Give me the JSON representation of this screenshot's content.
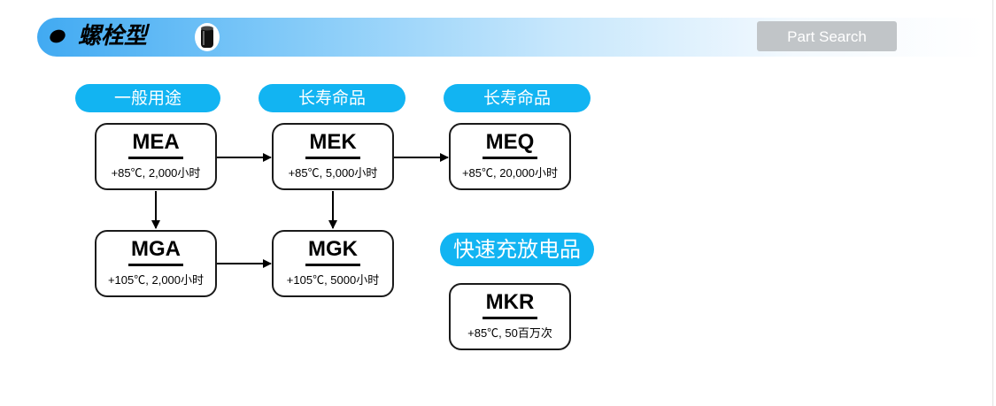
{
  "header": {
    "title": "螺栓型",
    "search_button": "Part Search"
  },
  "categories": [
    {
      "id": "general",
      "label": "一般用途"
    },
    {
      "id": "longlife1",
      "label": "长寿命品"
    },
    {
      "id": "longlife2",
      "label": "长寿命品"
    },
    {
      "id": "fastcharge",
      "label": "快速充放电品"
    }
  ],
  "products": {
    "MEA": {
      "model": "MEA",
      "spec": "+85℃, 2,000小时"
    },
    "MEK": {
      "model": "MEK",
      "spec": "+85℃, 5,000小时"
    },
    "MEQ": {
      "model": "MEQ",
      "spec": "+85℃, 20,000小时"
    },
    "MGA": {
      "model": "MGA",
      "spec": "+105℃, 2,000小时"
    },
    "MGK": {
      "model": "MGK",
      "spec": "+105℃, 5000小时"
    },
    "MKR": {
      "model": "MKR",
      "spec": "+85℃, 50百万次"
    }
  },
  "links": [
    [
      "MEA",
      "MEK"
    ],
    [
      "MEK",
      "MEQ"
    ],
    [
      "MEA",
      "MGA"
    ],
    [
      "MEK",
      "MGK"
    ],
    [
      "MGA",
      "MGK"
    ]
  ],
  "colors": {
    "pill": "#12b4f2",
    "search_button": "#c1c5c8"
  },
  "icons": {
    "header_bullet": "black-oval-bullet",
    "product_icon": "capacitor-icon"
  }
}
